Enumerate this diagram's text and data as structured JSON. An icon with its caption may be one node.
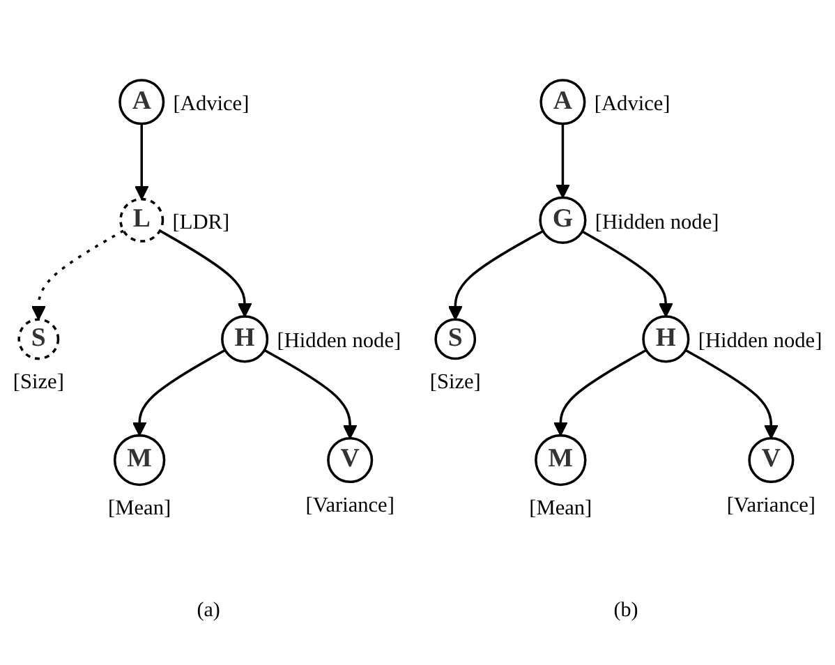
{
  "diagram": {
    "nodes": [
      {
        "text": [
          "A"
        ],
        "beside": [
          "[Advice]"
        ]
      },
      {
        "text": [
          "L"
        ],
        "beside": [
          "[LDR]"
        ]
      },
      {
        "text": [
          "S"
        ],
        "beside": [
          "[Size]"
        ]
      },
      {
        "text": [
          "H"
        ],
        "beside": [
          "[Hidden node]"
        ]
      },
      {
        "text": [
          "M"
        ],
        "beside": [
          "[Mean]"
        ]
      },
      {
        "text": [
          "V"
        ],
        "beside": [
          "[Variance]"
        ]
      },
      {
        "text": [
          "A"
        ],
        "beside": [
          "[Advice]"
        ]
      },
      {
        "text": [
          "G"
        ],
        "beside": [
          "[Hidden node]"
        ]
      },
      {
        "text": [
          "S"
        ],
        "beside": [
          "[Size]"
        ]
      },
      {
        "text": [
          "H"
        ],
        "beside": [
          "[Hidden node]"
        ]
      },
      {
        "text": [
          "M"
        ],
        "beside": [
          "[Mean]"
        ]
      },
      {
        "text": [
          "V"
        ],
        "beside": [
          "[Variance]"
        ]
      }
    ],
    "edges": [
      {
        "from": 0,
        "to": 1,
        "arrow": "to"
      },
      {
        "from": 1,
        "to": 2,
        "arrow": "to",
        "style": "dashed"
      },
      {
        "from": 1,
        "to": 3,
        "arrow": "to"
      },
      {
        "from": 3,
        "to": 4,
        "arrow": "to"
      },
      {
        "from": 3,
        "to": 5,
        "arrow": "to"
      },
      {
        "from": 6,
        "to": 7,
        "arrow": "to"
      },
      {
        "from": 7,
        "to": 8,
        "arrow": "to"
      },
      {
        "from": 7,
        "to": 9,
        "arrow": "to"
      },
      {
        "from": 9,
        "to": 10,
        "arrow": "to"
      },
      {
        "from": 9,
        "to": 11,
        "arrow": "to"
      }
    ],
    "labels": [
      "(a)",
      "(b)"
    ]
  }
}
